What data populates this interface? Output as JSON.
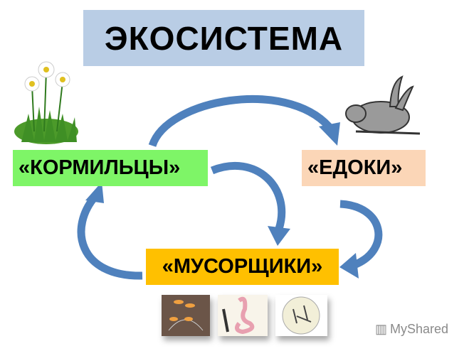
{
  "title": "ЭКОСИСТЕМА",
  "nodes": {
    "producers": "«КОРМИЛЬЦЫ»",
    "consumers": "«ЕДОКИ»",
    "decomposers": "«МУСОРЩИКИ»"
  },
  "colors": {
    "title_bg": "#b9cde5",
    "producers_bg": "#7ef567",
    "consumers_bg": "#fbd6b7",
    "decomposers_bg": "#ffc000",
    "arrow": "#4f81bd"
  },
  "watermark": "MyShared"
}
